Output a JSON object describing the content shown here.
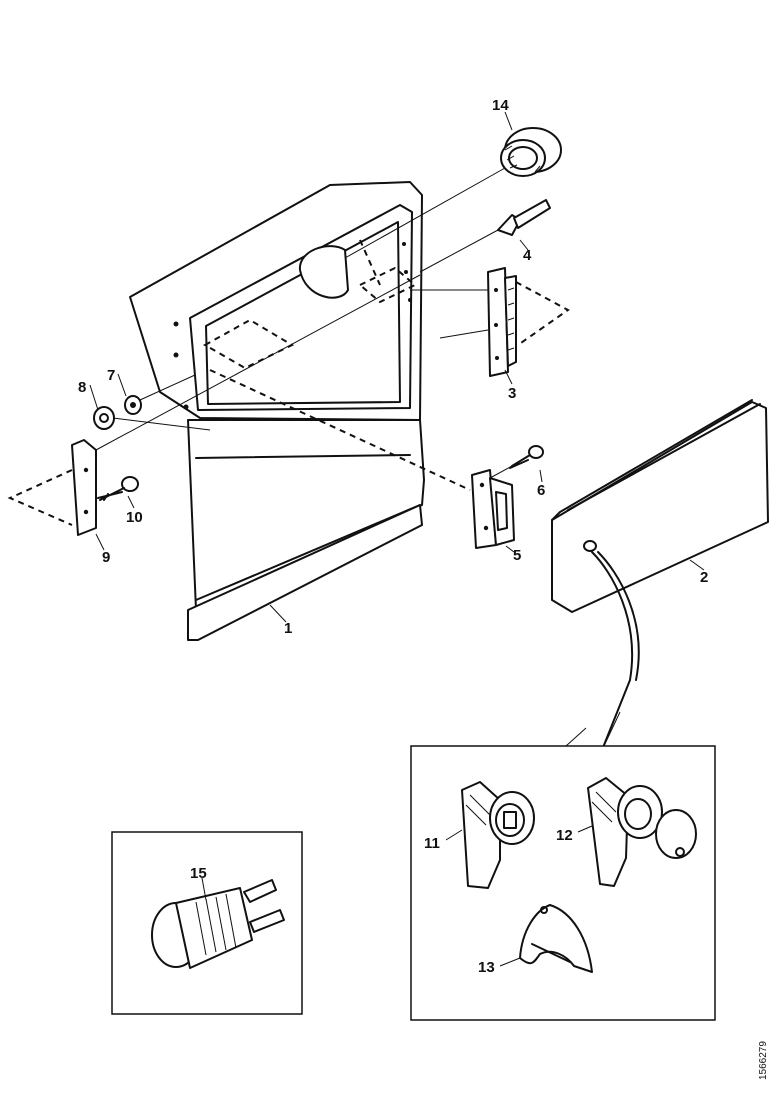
{
  "diagram": {
    "part_labels": {
      "p1": "1",
      "p2": "2",
      "p3": "3",
      "p4": "4",
      "p5": "5",
      "p6": "6",
      "p7": "7",
      "p8": "8",
      "p9": "9",
      "p10": "10",
      "p11": "11",
      "p12": "12",
      "p13": "13",
      "p14": "14",
      "p15": "15"
    },
    "drawing_code": "1566279"
  }
}
